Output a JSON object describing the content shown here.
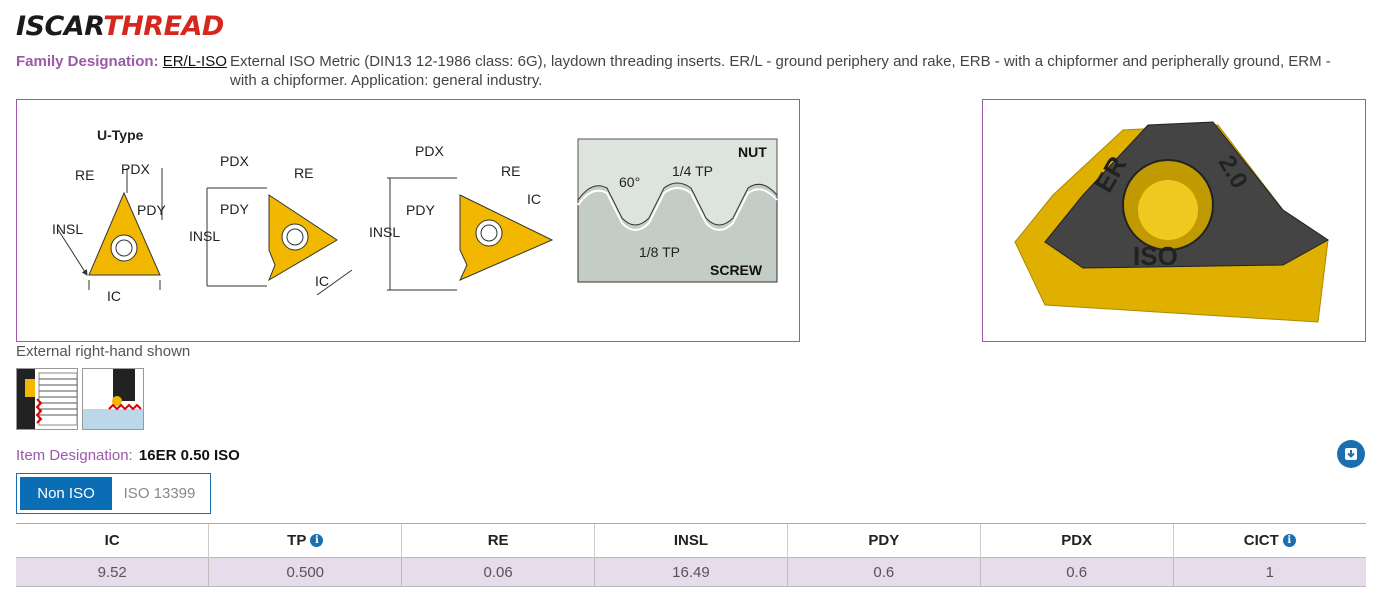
{
  "logo": {
    "part1": "ISCAR",
    "part2": "THREAD"
  },
  "family": {
    "label": "Family Designation:",
    "code": "ER/L-ISO",
    "description": "External ISO Metric (DIN13 12-1986 class: 6G), laydown threading inserts. ER/L - ground periphery and rake, ERB - with a chipformer and peripherally ground, ERM - with a chipformer. Application: general industry."
  },
  "drawing": {
    "utype_title": "U-Type",
    "labels": {
      "re": "RE",
      "pdx": "PDX",
      "pdy": "PDY",
      "insl": "INSL",
      "ic": "IC",
      "nut": "NUT",
      "screw": "SCREW",
      "angle": "60°",
      "quarter_tp": "1/4 TP",
      "eighth_tp": "1/8 TP"
    }
  },
  "photo": {
    "mark_er": "ER",
    "mark_size": "2.0",
    "mark_iso": "ISO"
  },
  "ext_shown": "External right-hand shown",
  "item": {
    "label": "Item Designation:",
    "value": "16ER 0.50 ISO"
  },
  "toggle": {
    "active": "Non ISO",
    "inactive": "ISO 13399"
  },
  "table": {
    "headers": [
      "IC",
      "TP",
      "RE",
      "INSL",
      "PDY",
      "PDX",
      "CICT"
    ],
    "row": [
      "9.52",
      "0.500",
      "0.06",
      "16.49",
      "0.6",
      "0.6",
      "1"
    ]
  },
  "colors": {
    "accent_purple": "#9b59a8",
    "brand_blue": "#0b6db4",
    "insert_gold": "#f2b800",
    "row_bg": "#e6dcec"
  },
  "icons": [
    "info-icon",
    "download-icon"
  ]
}
